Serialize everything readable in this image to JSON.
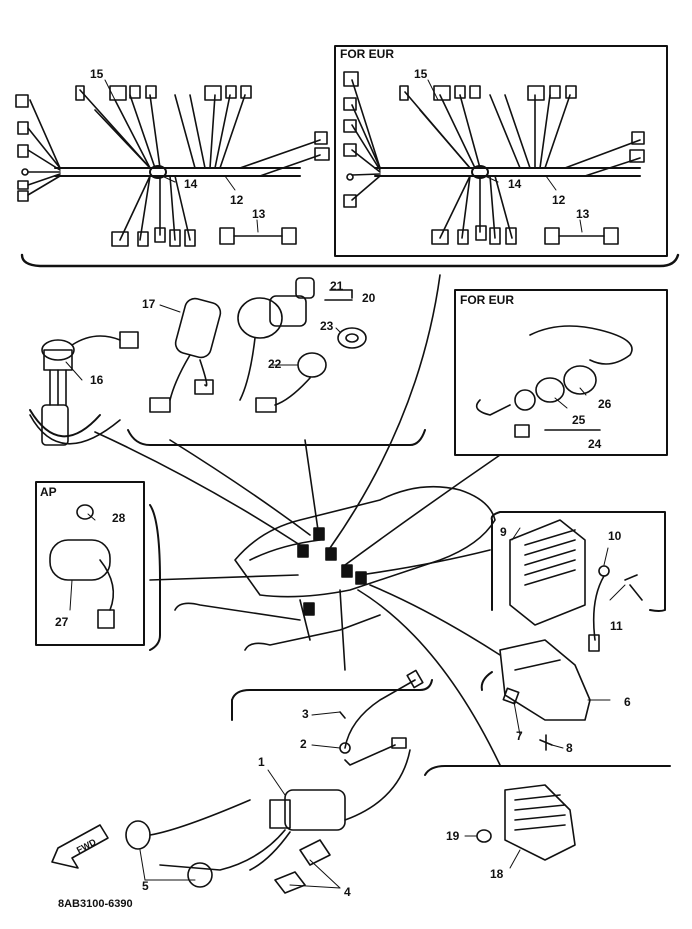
{
  "callouts": {
    "p1": "1",
    "p2": "2",
    "p3": "3",
    "p4": "4",
    "p5": "5",
    "p6": "6",
    "p7": "7",
    "p8": "8",
    "p9": "9",
    "p10": "10",
    "p11": "11",
    "p12": "12",
    "p12b": "12",
    "p13": "13",
    "p13b": "13",
    "p14": "14",
    "p14b": "14",
    "p15": "15",
    "p15b": "15",
    "p16": "16",
    "p17": "17",
    "p18": "18",
    "p19": "19",
    "p20": "20",
    "p21": "21",
    "p22": "22",
    "p23": "23",
    "p24": "24",
    "p25": "25",
    "p26": "26",
    "p27": "27",
    "p28": "28"
  },
  "region_labels": {
    "eur_harness": "FOR EUR",
    "eur_switch": "FOR EUR",
    "ap": "AP"
  },
  "arrow_label": "FWD",
  "reference_code": "8AB3100-6390"
}
